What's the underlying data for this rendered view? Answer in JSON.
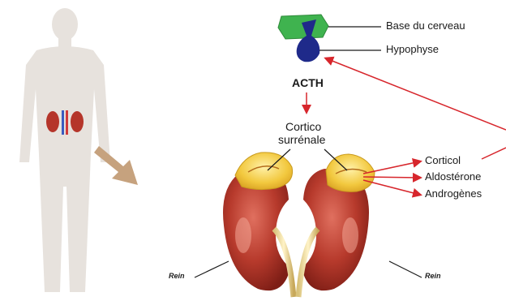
{
  "brain": {
    "label": "Base du cerveau",
    "color": "#3fb34f"
  },
  "pituitary": {
    "label": "Hypophyse",
    "color": "#1f2a8a"
  },
  "hormone": {
    "label": "ACTH"
  },
  "adrenal": {
    "label_line1": "Cortico",
    "label_line2": "surrénale"
  },
  "outputs": [
    "Corticol",
    "Aldostérone",
    "Androgènes"
  ],
  "kidney_label_left": "Rein",
  "kidney_label_right": "Rein",
  "colors": {
    "arrow": "#d7262c",
    "kidney": "#b5352a",
    "adrenal": "#f0c23a",
    "body": "#e7e2dd",
    "pointer": "#c6a27e"
  }
}
